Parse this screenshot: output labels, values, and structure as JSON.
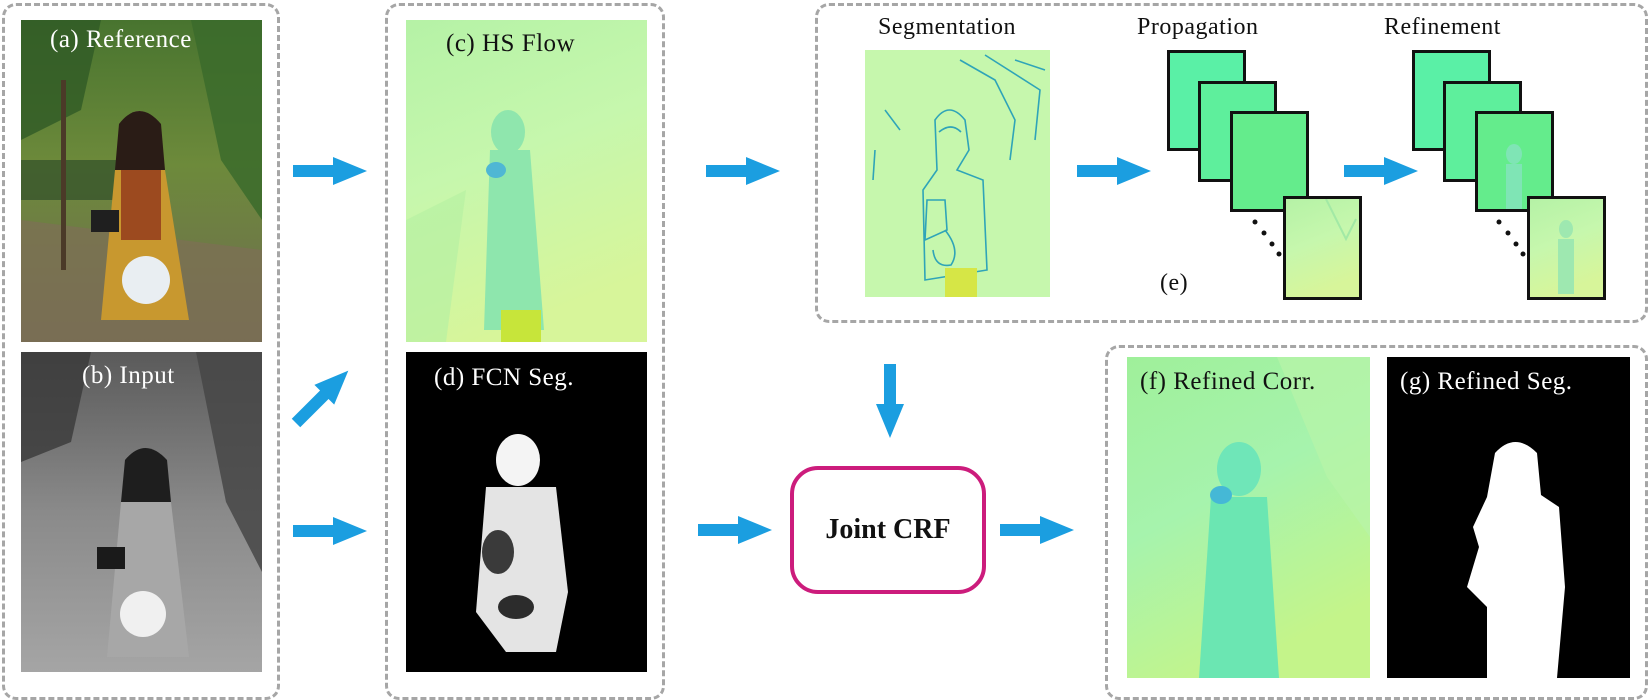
{
  "panels": {
    "reference": {
      "label": "(a) Reference"
    },
    "input": {
      "label": "(b) Input"
    },
    "hs_flow": {
      "label": "(c) HS Flow"
    },
    "fcn_seg": {
      "label": "(d) FCN Seg."
    },
    "refined_corr": {
      "label": "(f) Refined Corr."
    },
    "refined_seg": {
      "label": "(g) Refined Seg."
    }
  },
  "pipeline": {
    "segmentation": {
      "label": "Segmentation"
    },
    "propagation": {
      "label": "Propagation"
    },
    "refinement": {
      "label": "Refinement"
    },
    "group_label": "(e)"
  },
  "joint_crf": {
    "label": "Joint CRF"
  },
  "colors": {
    "arrow": "#1b9ee0",
    "crf_border": "#cc1c7c",
    "dashed_border": "#a6a6a6"
  }
}
